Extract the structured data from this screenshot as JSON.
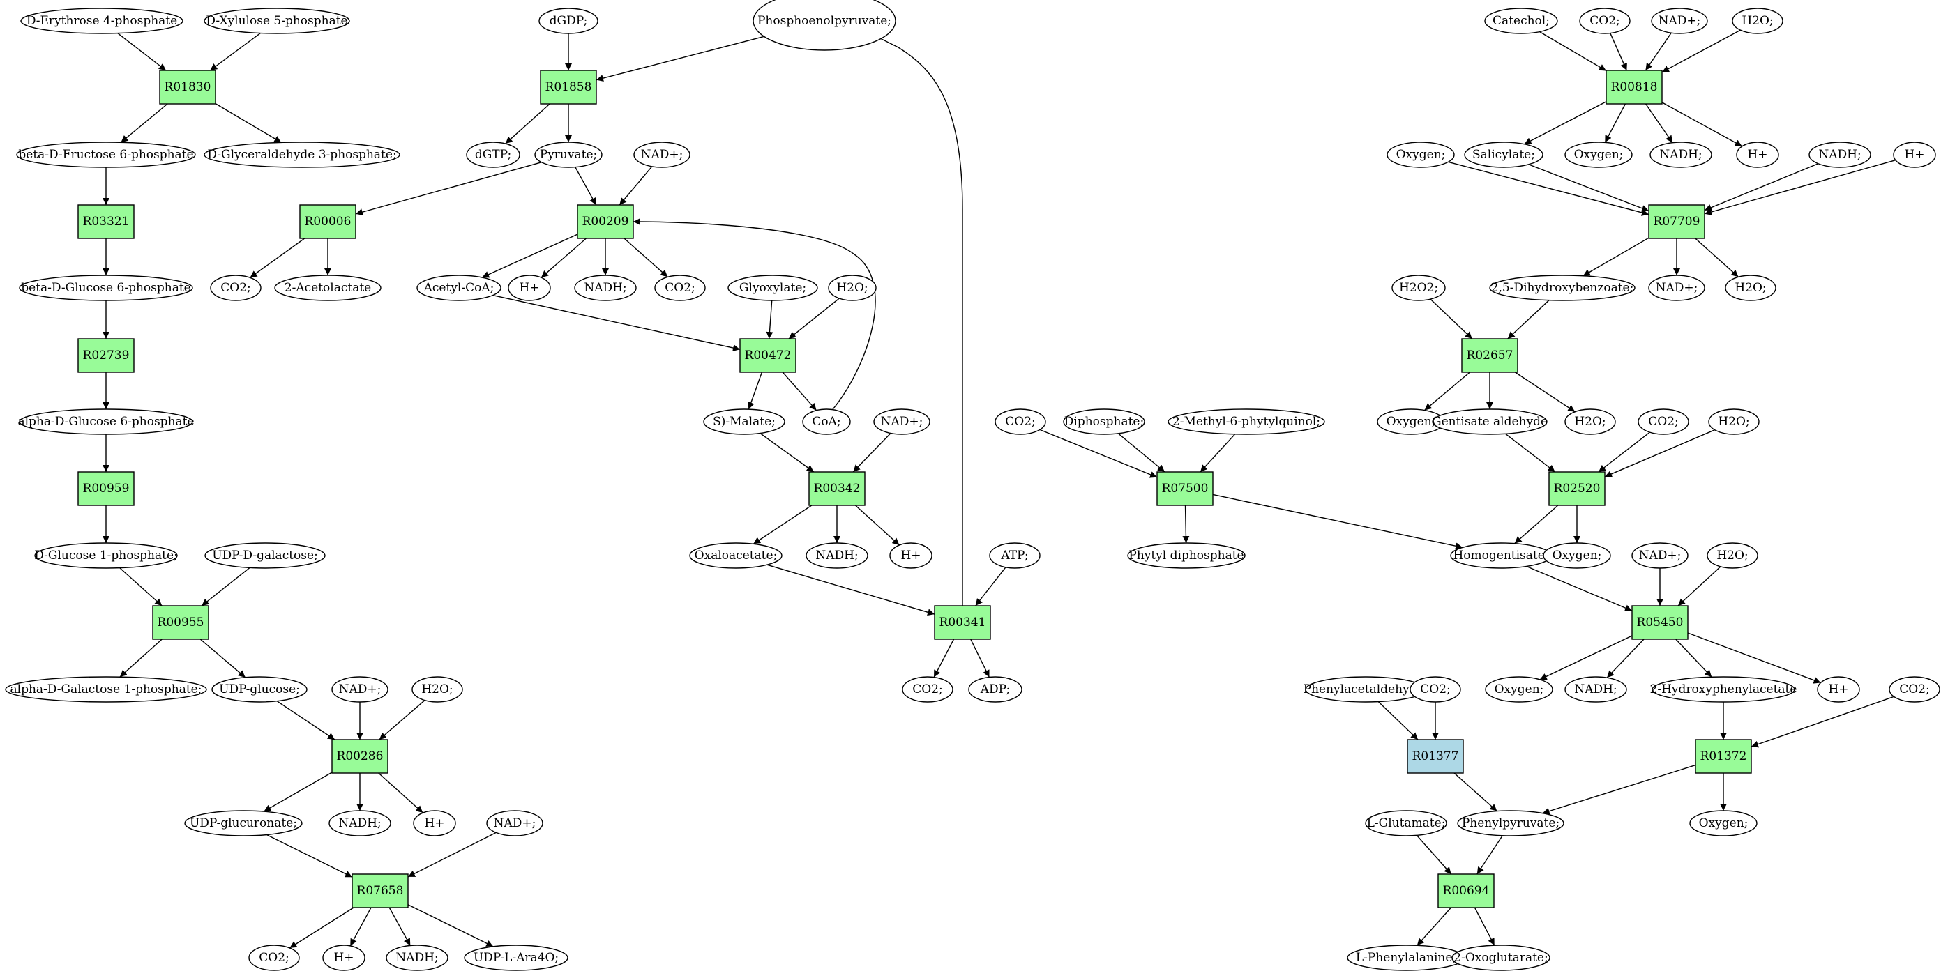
{
  "colors": {
    "reaction": "#98fb98",
    "reaction_alt": "#add8e6",
    "source": "#00ee00",
    "target": "#ffff00",
    "compound": "#ffffff"
  },
  "nodes": [
    {
      "id": "e4p",
      "label": "D-Erythrose 4-phosphate",
      "kind": "compound",
      "fill": "source"
    },
    {
      "id": "x5p",
      "label": "D-Xylulose 5-phosphate",
      "kind": "compound"
    },
    {
      "id": "R01830",
      "label": "R01830",
      "kind": "reaction"
    },
    {
      "id": "bf6p",
      "label": "beta-D-Fructose 6-phosphate",
      "kind": "compound"
    },
    {
      "id": "g3p",
      "label": "D-Glyceraldehyde 3-phosphate;",
      "kind": "compound"
    },
    {
      "id": "R03321",
      "label": "R03321",
      "kind": "reaction"
    },
    {
      "id": "bg6p",
      "label": "beta-D-Glucose 6-phosphate",
      "kind": "compound"
    },
    {
      "id": "R02739",
      "label": "R02739",
      "kind": "reaction"
    },
    {
      "id": "ag6p",
      "label": "alpha-D-Glucose 6-phosphate",
      "kind": "compound"
    },
    {
      "id": "R00959",
      "label": "R00959",
      "kind": "reaction"
    },
    {
      "id": "g1p",
      "label": "D-Glucose 1-phosphate;",
      "kind": "compound"
    },
    {
      "id": "udpgal",
      "label": "UDP-D-galactose;",
      "kind": "compound"
    },
    {
      "id": "R00955",
      "label": "R00955",
      "kind": "reaction"
    },
    {
      "id": "agal1p",
      "label": "alpha-D-Galactose 1-phosphate;",
      "kind": "compound"
    },
    {
      "id": "udpglc",
      "label": "UDP-glucose;",
      "kind": "compound"
    },
    {
      "id": "nad_a",
      "label": "NAD+;",
      "kind": "compound"
    },
    {
      "id": "h2o_a",
      "label": "H2O;",
      "kind": "compound"
    },
    {
      "id": "R00286",
      "label": "R00286",
      "kind": "reaction"
    },
    {
      "id": "udpgluc",
      "label": "UDP-glucuronate;",
      "kind": "compound"
    },
    {
      "id": "nadh_a",
      "label": "NADH;",
      "kind": "compound"
    },
    {
      "id": "h_a",
      "label": "H+",
      "kind": "compound"
    },
    {
      "id": "nad_b",
      "label": "NAD+;",
      "kind": "compound"
    },
    {
      "id": "R07658",
      "label": "R07658",
      "kind": "reaction"
    },
    {
      "id": "co2_a",
      "label": "CO2;",
      "kind": "compound"
    },
    {
      "id": "h_b",
      "label": "H+",
      "kind": "compound"
    },
    {
      "id": "nadh_b",
      "label": "NADH;",
      "kind": "compound"
    },
    {
      "id": "udpara",
      "label": "UDP-L-Ara4O;",
      "kind": "compound"
    },
    {
      "id": "dgdp",
      "label": "dGDP;",
      "kind": "compound"
    },
    {
      "id": "pep",
      "label": "Phosphoenolpyruvate;",
      "kind": "compound",
      "fill": "source"
    },
    {
      "id": "R01858",
      "label": "R01858",
      "kind": "reaction"
    },
    {
      "id": "dgtp",
      "label": "dGTP;",
      "kind": "compound"
    },
    {
      "id": "pyr",
      "label": "Pyruvate;",
      "kind": "compound"
    },
    {
      "id": "nad_c",
      "label": "NAD+;",
      "kind": "compound"
    },
    {
      "id": "R00006",
      "label": "R00006",
      "kind": "reaction"
    },
    {
      "id": "co2_b",
      "label": "CO2;",
      "kind": "compound"
    },
    {
      "id": "acl",
      "label": "2-Acetolactate",
      "kind": "compound"
    },
    {
      "id": "R00209",
      "label": "R00209",
      "kind": "reaction"
    },
    {
      "id": "accoa",
      "label": "Acetyl-CoA;",
      "kind": "compound"
    },
    {
      "id": "h_c",
      "label": "H+",
      "kind": "compound"
    },
    {
      "id": "nadh_c",
      "label": "NADH;",
      "kind": "compound"
    },
    {
      "id": "co2_c",
      "label": "CO2;",
      "kind": "compound"
    },
    {
      "id": "glyox",
      "label": "Glyoxylate;",
      "kind": "compound"
    },
    {
      "id": "h2o_b",
      "label": "H2O;",
      "kind": "compound"
    },
    {
      "id": "R00472",
      "label": "R00472",
      "kind": "reaction"
    },
    {
      "id": "smal",
      "label": "S)-Malate;",
      "kind": "compound"
    },
    {
      "id": "coa",
      "label": "CoA;",
      "kind": "compound"
    },
    {
      "id": "nad_d",
      "label": "NAD+;",
      "kind": "compound"
    },
    {
      "id": "R00342",
      "label": "R00342",
      "kind": "reaction"
    },
    {
      "id": "oaa",
      "label": "Oxaloacetate;",
      "kind": "compound"
    },
    {
      "id": "nadh_d",
      "label": "NADH;",
      "kind": "compound"
    },
    {
      "id": "h_d",
      "label": "H+",
      "kind": "compound"
    },
    {
      "id": "atp",
      "label": "ATP;",
      "kind": "compound"
    },
    {
      "id": "R00341",
      "label": "R00341",
      "kind": "reaction"
    },
    {
      "id": "co2_d",
      "label": "CO2;",
      "kind": "compound"
    },
    {
      "id": "adp",
      "label": "ADP;",
      "kind": "compound"
    },
    {
      "id": "catechol",
      "label": "Catechol;",
      "kind": "compound"
    },
    {
      "id": "co2_e",
      "label": "CO2;",
      "kind": "compound"
    },
    {
      "id": "nad_e",
      "label": "NAD+;",
      "kind": "compound"
    },
    {
      "id": "h2o_c",
      "label": "H2O;",
      "kind": "compound"
    },
    {
      "id": "R00818",
      "label": "R00818",
      "kind": "reaction"
    },
    {
      "id": "oxy_a",
      "label": "Oxygen;",
      "kind": "compound"
    },
    {
      "id": "salic",
      "label": "Salicylate;",
      "kind": "compound"
    },
    {
      "id": "oxy_b",
      "label": "Oxygen;",
      "kind": "compound"
    },
    {
      "id": "nadh_e",
      "label": "NADH;",
      "kind": "compound"
    },
    {
      "id": "h_e",
      "label": "H+",
      "kind": "compound"
    },
    {
      "id": "nadh_f",
      "label": "NADH;",
      "kind": "compound"
    },
    {
      "id": "h_f",
      "label": "H+",
      "kind": "compound"
    },
    {
      "id": "R07709",
      "label": "R07709",
      "kind": "reaction"
    },
    {
      "id": "h2o2",
      "label": "H2O2;",
      "kind": "compound"
    },
    {
      "id": "dhb",
      "label": "2,5-Dihydroxybenzoate;",
      "kind": "compound"
    },
    {
      "id": "nad_f",
      "label": "NAD+;",
      "kind": "compound"
    },
    {
      "id": "h2o_d",
      "label": "H2O;",
      "kind": "compound"
    },
    {
      "id": "R02657",
      "label": "R02657",
      "kind": "reaction"
    },
    {
      "id": "oxy_c",
      "label": "Oxygen;",
      "kind": "compound"
    },
    {
      "id": "gald",
      "label": "Gentisate aldehyde",
      "kind": "compound"
    },
    {
      "id": "h2o_e",
      "label": "H2O;",
      "kind": "compound"
    },
    {
      "id": "co2_f",
      "label": "CO2;",
      "kind": "compound"
    },
    {
      "id": "h2o_f",
      "label": "H2O;",
      "kind": "compound"
    },
    {
      "id": "R02520",
      "label": "R02520",
      "kind": "reaction"
    },
    {
      "id": "co2_g",
      "label": "CO2;",
      "kind": "compound"
    },
    {
      "id": "dipho",
      "label": "Diphosphate;",
      "kind": "compound"
    },
    {
      "id": "mpq",
      "label": "2-Methyl-6-phytylquinol;",
      "kind": "compound"
    },
    {
      "id": "R07500",
      "label": "R07500",
      "kind": "reaction"
    },
    {
      "id": "phytyl",
      "label": "Phytyl diphosphate",
      "kind": "compound"
    },
    {
      "id": "homog",
      "label": "Homogentisate;",
      "kind": "compound"
    },
    {
      "id": "oxy_d",
      "label": "Oxygen;",
      "kind": "compound"
    },
    {
      "id": "nad_g",
      "label": "NAD+;",
      "kind": "compound"
    },
    {
      "id": "h2o_g",
      "label": "H2O;",
      "kind": "compound"
    },
    {
      "id": "R05450",
      "label": "R05450",
      "kind": "reaction"
    },
    {
      "id": "oxy_e",
      "label": "Oxygen;",
      "kind": "compound"
    },
    {
      "id": "nadh_g",
      "label": "NADH;",
      "kind": "compound"
    },
    {
      "id": "hpa",
      "label": "2-Hydroxyphenylacetate",
      "kind": "compound"
    },
    {
      "id": "h_g",
      "label": "H+",
      "kind": "compound"
    },
    {
      "id": "phald",
      "label": "Phenylacetaldehyde;",
      "kind": "compound"
    },
    {
      "id": "co2_h",
      "label": "CO2;",
      "kind": "compound"
    },
    {
      "id": "co2_i",
      "label": "CO2;",
      "kind": "compound"
    },
    {
      "id": "R01377",
      "label": "R01377",
      "kind": "reaction",
      "fill": "reaction_alt"
    },
    {
      "id": "R01372",
      "label": "R01372",
      "kind": "reaction"
    },
    {
      "id": "lglu",
      "label": "L-Glutamate;",
      "kind": "compound"
    },
    {
      "id": "phpyr",
      "label": "Phenylpyruvate;",
      "kind": "compound"
    },
    {
      "id": "oxy_f",
      "label": "Oxygen;",
      "kind": "compound"
    },
    {
      "id": "R00694",
      "label": "R00694",
      "kind": "reaction"
    },
    {
      "id": "lphe",
      "label": "L-Phenylalanine;",
      "kind": "compound",
      "fill": "target"
    },
    {
      "id": "oxog",
      "label": "2-Oxoglutarate;",
      "kind": "compound"
    }
  ],
  "edges": [
    [
      "e4p",
      "R01830"
    ],
    [
      "x5p",
      "R01830"
    ],
    [
      "R01830",
      "bf6p"
    ],
    [
      "R01830",
      "g3p"
    ],
    [
      "bf6p",
      "R03321"
    ],
    [
      "R03321",
      "bg6p"
    ],
    [
      "bg6p",
      "R02739"
    ],
    [
      "R02739",
      "ag6p"
    ],
    [
      "ag6p",
      "R00959"
    ],
    [
      "R00959",
      "g1p"
    ],
    [
      "g1p",
      "R00955"
    ],
    [
      "udpgal",
      "R00955"
    ],
    [
      "R00955",
      "agal1p"
    ],
    [
      "R00955",
      "udpglc"
    ],
    [
      "udpglc",
      "R00286"
    ],
    [
      "nad_a",
      "R00286"
    ],
    [
      "h2o_a",
      "R00286"
    ],
    [
      "R00286",
      "udpgluc"
    ],
    [
      "R00286",
      "nadh_a"
    ],
    [
      "R00286",
      "h_a"
    ],
    [
      "udpgluc",
      "R07658"
    ],
    [
      "nad_b",
      "R07658"
    ],
    [
      "R07658",
      "co2_a"
    ],
    [
      "R07658",
      "h_b"
    ],
    [
      "R07658",
      "nadh_b"
    ],
    [
      "R07658",
      "udpara"
    ],
    [
      "dgdp",
      "R01858"
    ],
    [
      "pep",
      "R01858"
    ],
    [
      "R01858",
      "dgtp"
    ],
    [
      "R01858",
      "pyr"
    ],
    [
      "pyr",
      "R00006"
    ],
    [
      "R00006",
      "co2_b"
    ],
    [
      "R00006",
      "acl"
    ],
    [
      "pyr",
      "R00209"
    ],
    [
      "nad_c",
      "R00209"
    ],
    [
      "R00209",
      "accoa"
    ],
    [
      "R00209",
      "h_c"
    ],
    [
      "R00209",
      "nadh_c"
    ],
    [
      "R00209",
      "co2_c"
    ],
    [
      "accoa",
      "R00472"
    ],
    [
      "glyox",
      "R00472"
    ],
    [
      "h2o_b",
      "R00472"
    ],
    [
      "R00472",
      "smal"
    ],
    [
      "R00472",
      "coa"
    ],
    [
      "coa",
      "R00209"
    ],
    [
      "smal",
      "R00342"
    ],
    [
      "nad_d",
      "R00342"
    ],
    [
      "R00342",
      "oaa"
    ],
    [
      "R00342",
      "nadh_d"
    ],
    [
      "R00342",
      "h_d"
    ],
    [
      "oaa",
      "R00341"
    ],
    [
      "atp",
      "R00341"
    ],
    [
      "R00341",
      "co2_d"
    ],
    [
      "R00341",
      "adp"
    ],
    [
      "R00341",
      "pep"
    ],
    [
      "catechol",
      "R00818"
    ],
    [
      "co2_e",
      "R00818"
    ],
    [
      "nad_e",
      "R00818"
    ],
    [
      "h2o_c",
      "R00818"
    ],
    [
      "R00818",
      "salic"
    ],
    [
      "R00818",
      "oxy_b"
    ],
    [
      "R00818",
      "nadh_e"
    ],
    [
      "R00818",
      "h_e"
    ],
    [
      "oxy_a",
      "R07709"
    ],
    [
      "salic",
      "R07709"
    ],
    [
      "nadh_f",
      "R07709"
    ],
    [
      "h_f",
      "R07709"
    ],
    [
      "R07709",
      "dhb"
    ],
    [
      "R07709",
      "nad_f"
    ],
    [
      "R07709",
      "h2o_d"
    ],
    [
      "h2o2",
      "R02657"
    ],
    [
      "dhb",
      "R02657"
    ],
    [
      "R02657",
      "oxy_c"
    ],
    [
      "R02657",
      "gald"
    ],
    [
      "R02657",
      "h2o_e"
    ],
    [
      "gald",
      "R02520"
    ],
    [
      "co2_f",
      "R02520"
    ],
    [
      "h2o_f",
      "R02520"
    ],
    [
      "R02520",
      "homog"
    ],
    [
      "R02520",
      "oxy_d"
    ],
    [
      "co2_g",
      "R07500"
    ],
    [
      "dipho",
      "R07500"
    ],
    [
      "mpq",
      "R07500"
    ],
    [
      "R07500",
      "phytyl"
    ],
    [
      "R07500",
      "homog"
    ],
    [
      "homog",
      "R05450"
    ],
    [
      "nad_g",
      "R05450"
    ],
    [
      "h2o_g",
      "R05450"
    ],
    [
      "R05450",
      "oxy_e"
    ],
    [
      "R05450",
      "nadh_g"
    ],
    [
      "R05450",
      "hpa"
    ],
    [
      "R05450",
      "h_g"
    ],
    [
      "phald",
      "R01377"
    ],
    [
      "co2_h",
      "R01377"
    ],
    [
      "R01377",
      "phpyr"
    ],
    [
      "hpa",
      "R01372"
    ],
    [
      "co2_i",
      "R01372"
    ],
    [
      "R01372",
      "phpyr"
    ],
    [
      "R01372",
      "oxy_f"
    ],
    [
      "lglu",
      "R00694"
    ],
    [
      "phpyr",
      "R00694"
    ],
    [
      "R00694",
      "lphe"
    ],
    [
      "R00694",
      "oxog"
    ]
  ]
}
